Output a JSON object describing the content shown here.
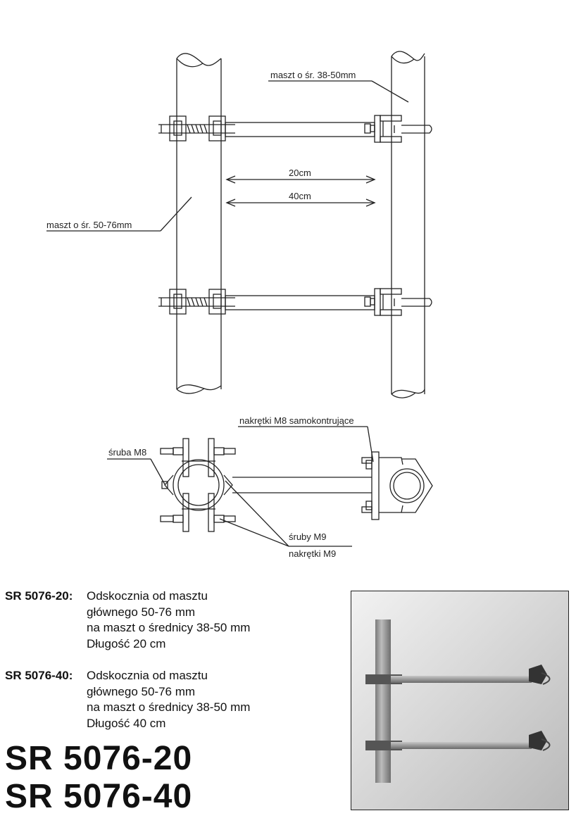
{
  "diagram": {
    "labels": {
      "small_mast": "maszt o śr. 38-50mm",
      "large_mast": "maszt o śr. 50-76mm",
      "dim_20": "20cm",
      "dim_40": "40cm",
      "lock_nuts": "nakrętki M8 samokontrujące",
      "bolt_m8": "śruba M8",
      "bolts_m9": "śruby M9",
      "nuts_m9": "nakrętki M9"
    }
  },
  "specs": [
    {
      "code": "SR 5076-20:",
      "lines": [
        "Odskocznia od masztu",
        "głównego 50-76 mm",
        "na maszt o średnicy 38-50 mm",
        "Długość 20 cm"
      ]
    },
    {
      "code": "SR 5076-40:",
      "lines": [
        "Odskocznia od masztu",
        "głównego 50-76 mm",
        "na maszt o średnicy 38-50 mm",
        "Długość 40 cm"
      ]
    }
  ],
  "titles": [
    "SR 5076-20",
    "SR 5076-40"
  ],
  "colors": {
    "line": "#222222",
    "text": "#111111",
    "photo_bg": "#d8d8d8"
  }
}
